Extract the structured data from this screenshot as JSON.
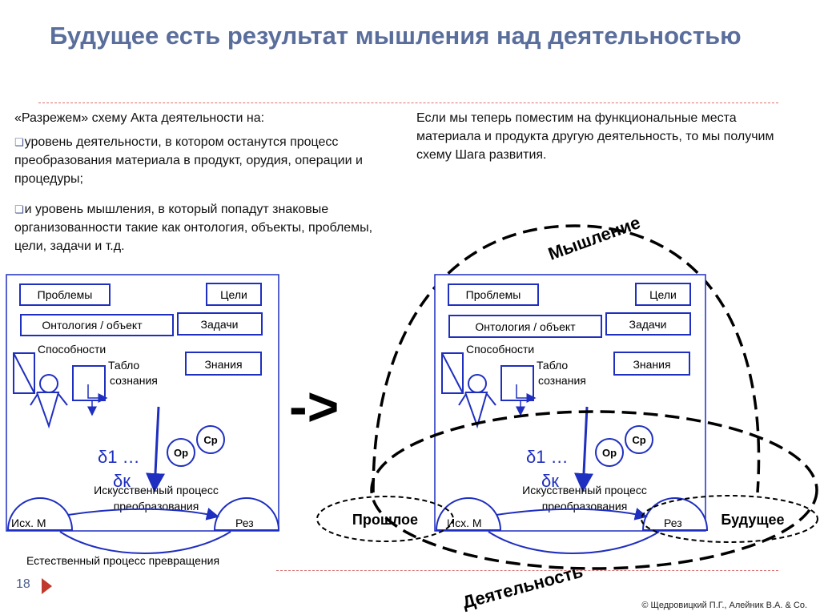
{
  "title": "Будущее есть результат мышления над деятельностью",
  "left_text": {
    "intro": "«Разрежем» схему Акта деятельности на:",
    "bullet1": "уровень деятельности, в котором останутся процесс преобразования материала в продукт, орудия, операции и процедуры;",
    "bullet2": "и уровень мышления, в который попадут знаковые организованности такие как онтология, объекты, проблемы, цели, задачи и т.д."
  },
  "right_text": "Если мы теперь поместим на функциональные места материала и продукта другую деятельность, то мы получим схему Шага развития.",
  "scheme": {
    "problems": "Проблемы",
    "goals": "Цели",
    "ontology": "Онтология / объект",
    "tasks": "Задачи",
    "abilities": "Способности",
    "tablo_line1": "Табло",
    "tablo_line2": "сознания",
    "knowledge": "Знания",
    "sr": "Ср",
    "op": "Ор",
    "delta_line1": "δ1 …",
    "delta_line2": "δк",
    "process_line1": "Искусственный процесс",
    "process_line2": "преобразования",
    "source": "Исх. М",
    "result": "Рез"
  },
  "natural_process": "Естественный процесс превращения",
  "arrow": "->",
  "thinking": "Мышление",
  "activity": "Деятельность",
  "past": "Прошлое",
  "future": "Будущее",
  "page_number": "18",
  "copyright": "© Щедровицкий П.Г., Алейник В.А. & Co.",
  "colors": {
    "title": "#5a6e9c",
    "diagram_blue": "#1f2fbf",
    "rule": "#d97070",
    "page_triangle": "#c0392b"
  }
}
